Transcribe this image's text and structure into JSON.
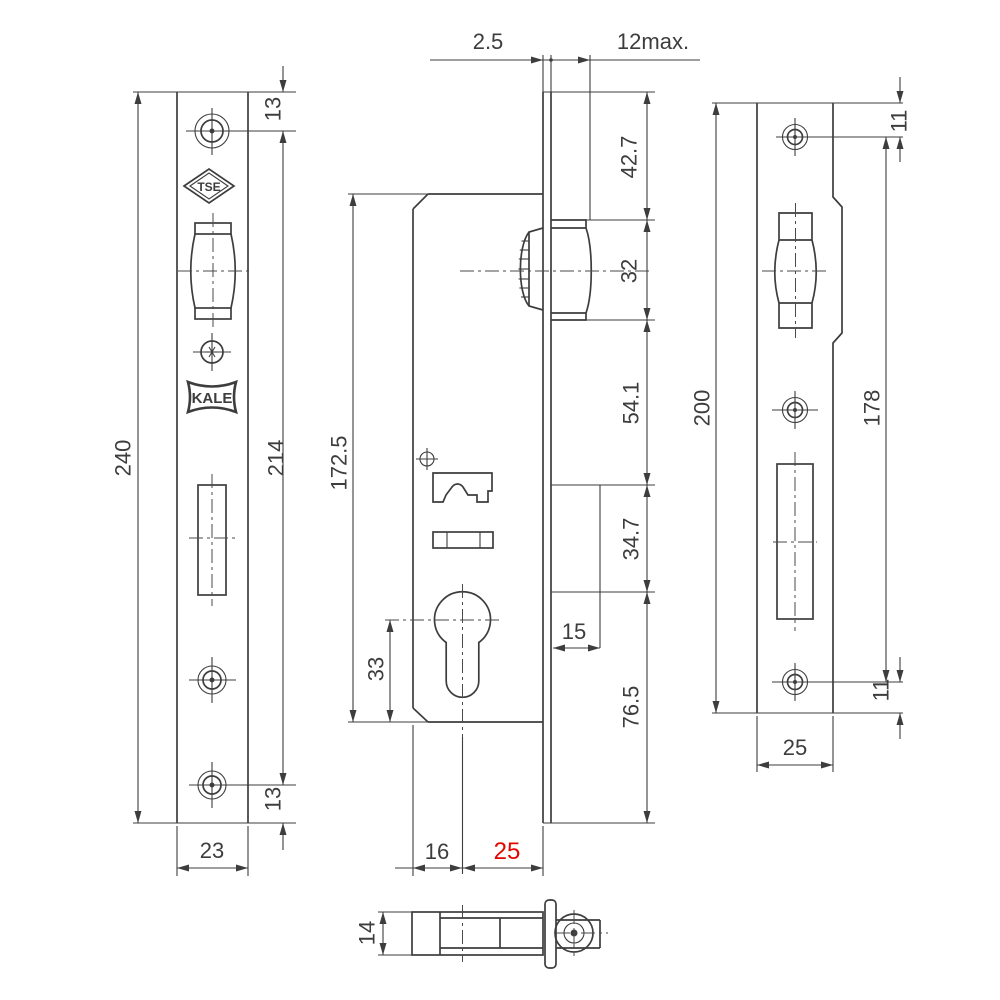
{
  "drawing": {
    "type": "technical-drawing",
    "subject": "mortise roller lock with euro cylinder, faceplate and strike plate",
    "colors": {
      "line": "#3d3d3d",
      "highlight_red": "#e10600",
      "background": "#ffffff"
    },
    "front_plate_view": {
      "logo_top": "TSE",
      "logo_bottom": "KALE",
      "dims": {
        "total_height": "240",
        "screw_hole_spacing": "214",
        "top_hole_offset": "13",
        "bottom_hole_offset": "13",
        "plate_width": "23"
      }
    },
    "lock_body_view": {
      "dims": {
        "faceplate_thickness": "2.5",
        "max_door_profile": "12max.",
        "top_to_roller": "42.7",
        "roller_height": "32",
        "roller_to_pocket": "54.1",
        "pocket_height": "34.7",
        "pocket_depth": "15",
        "pocket_to_bottom": "76.5",
        "body_height": "172.5",
        "cylinder_to_bottom": "33",
        "body_to_cylinder": "16",
        "backset": "25"
      }
    },
    "strike_plate_view": {
      "dims": {
        "total_height": "200",
        "screw_hole_spacing": "178",
        "top_hole_offset": "11",
        "bottom_hole_offset": "11",
        "plate_width": "25"
      }
    },
    "top_view": {
      "dims": {
        "case_thickness": "14"
      }
    }
  }
}
